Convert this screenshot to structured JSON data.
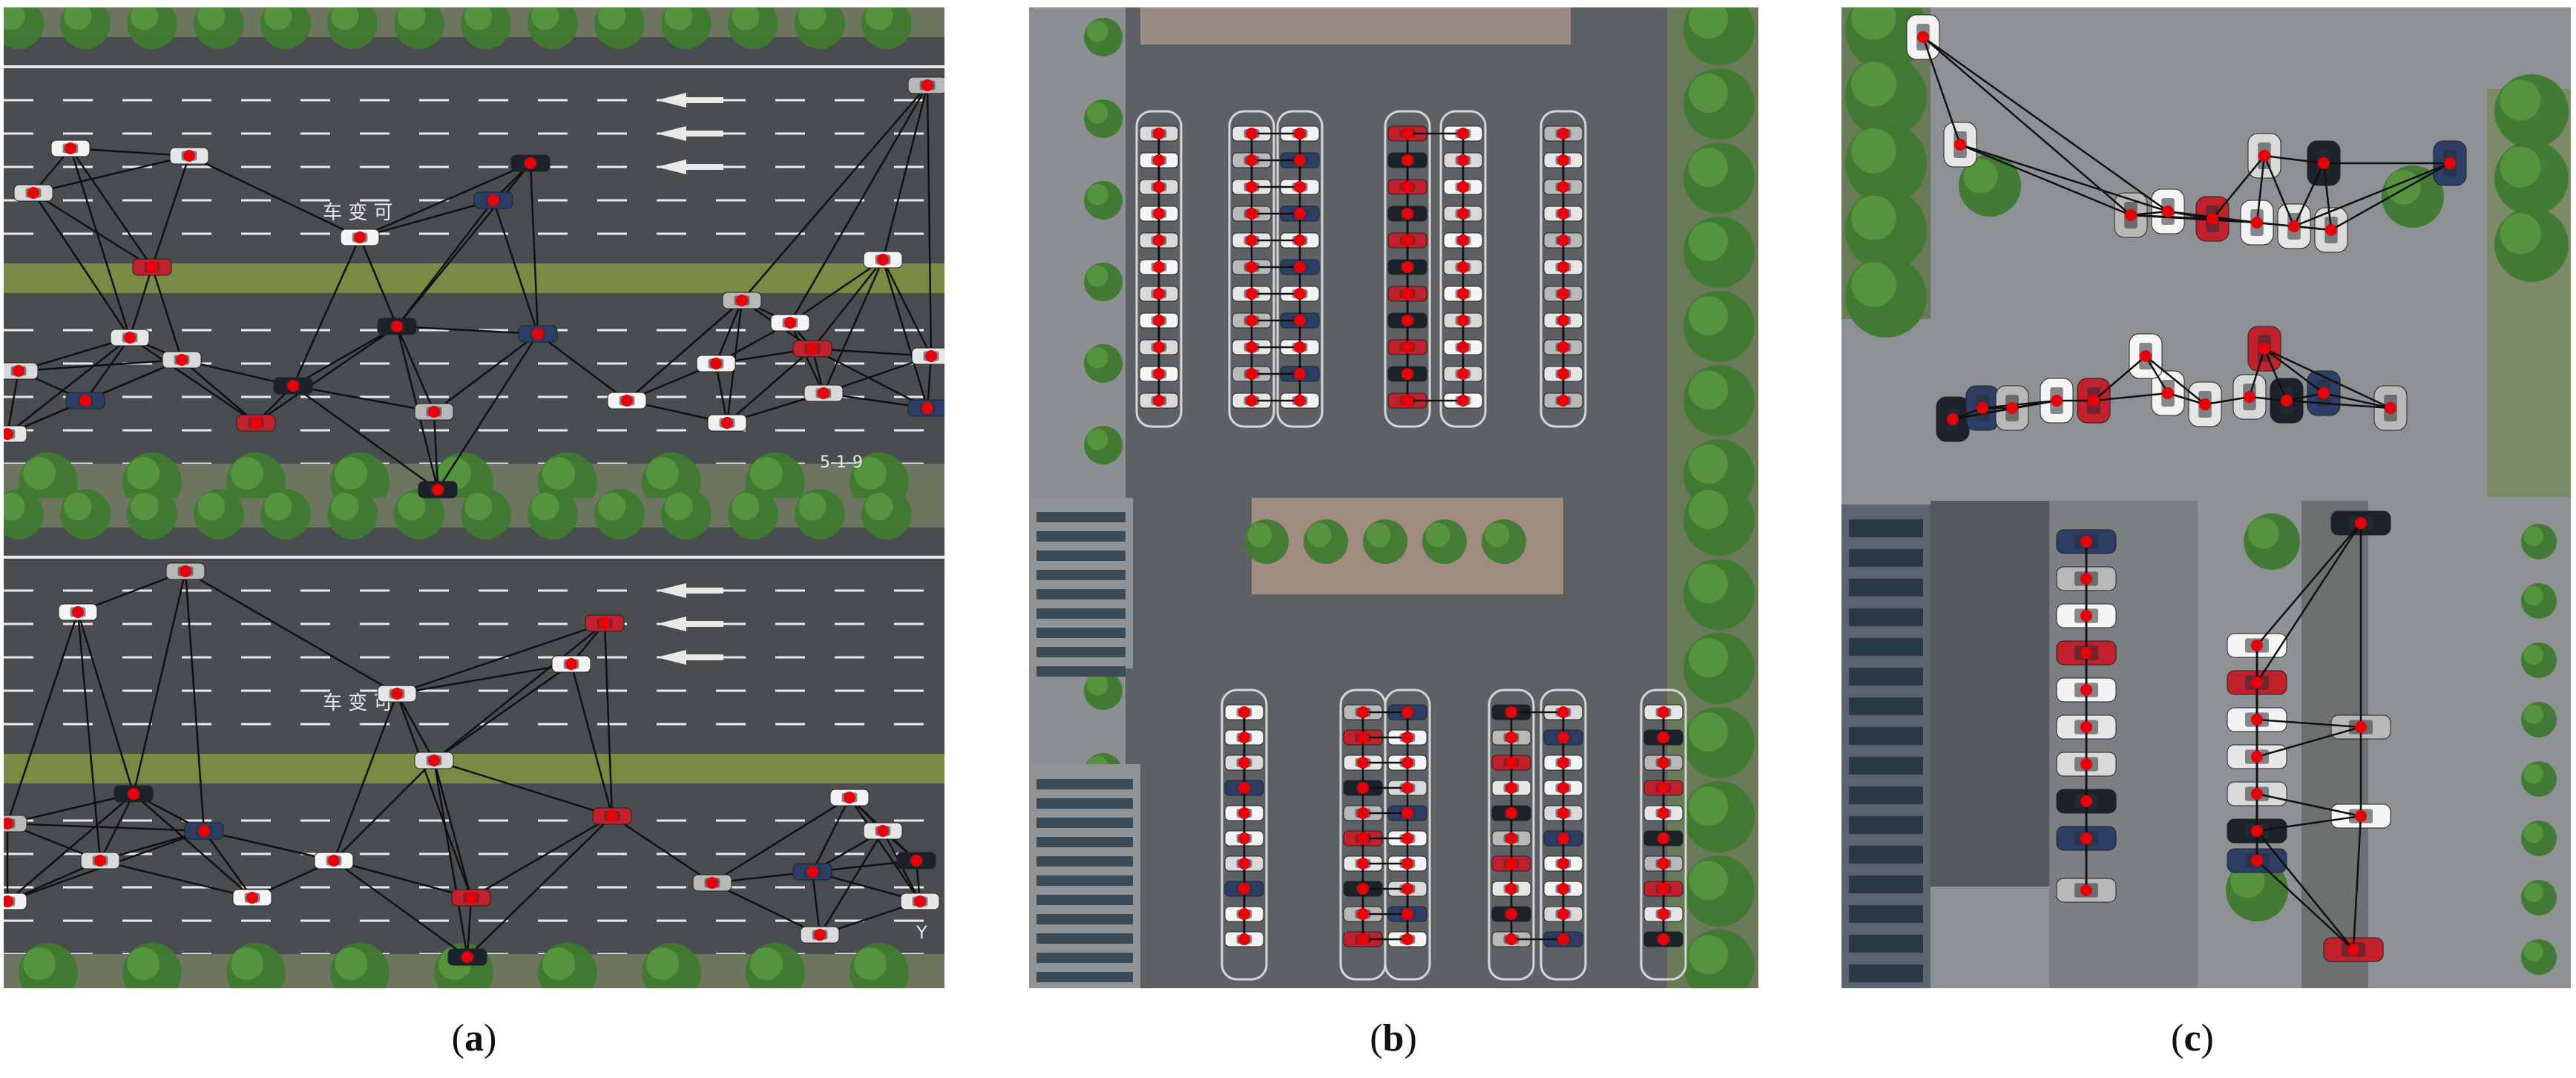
{
  "figure": {
    "captions": [
      "a",
      "b",
      "c"
    ],
    "colors": {
      "node": "#e8000b",
      "edge": "#111111",
      "asphalt": "#4a4d50",
      "asphalt_light": "#5e6164",
      "median": "#7a8a45",
      "tree": "#3f7a30",
      "building": "#8f9396",
      "lane_mark": "#e9e9e9"
    },
    "panels": [
      {
        "name": "panel-a",
        "scene": "road",
        "road_texts": [
          "车 变 可",
          "车 变 可",
          "5-1-9",
          "Y"
        ]
      },
      {
        "name": "panel-b",
        "scene": "parking"
      },
      {
        "name": "panel-c",
        "scene": "parking-building"
      }
    ]
  }
}
